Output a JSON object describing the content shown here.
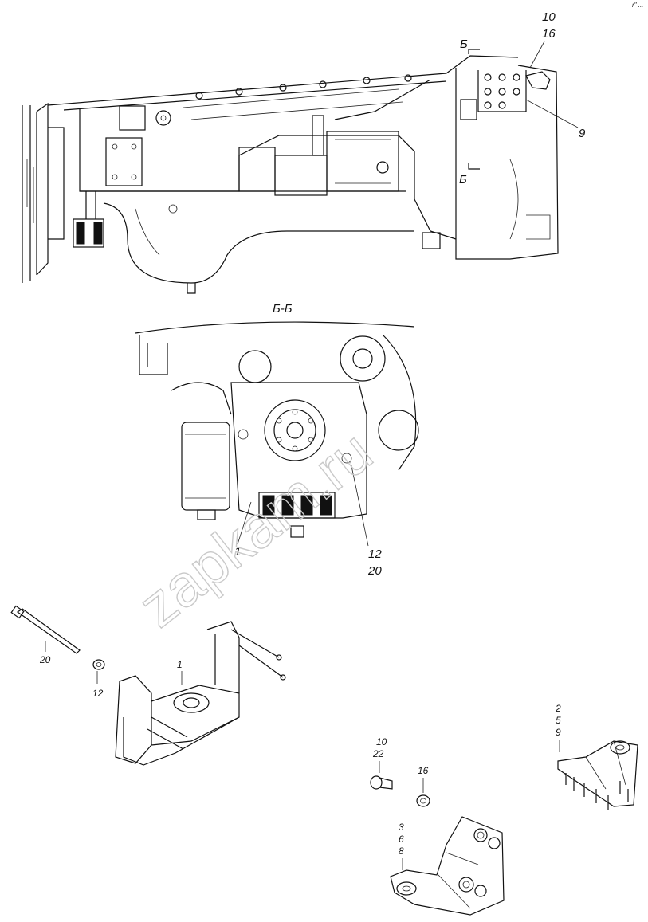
{
  "watermark": "zapkam.ru",
  "corner_mark": "r\" ...",
  "section": {
    "marker": "Б",
    "title": "Б-Б"
  },
  "callouts": {
    "top_10_16": [
      "10",
      "16"
    ],
    "top_9": "9",
    "bb_1": "1",
    "bb_12_20": [
      "12",
      "20"
    ],
    "bolt_20": "20",
    "nut_12": "12",
    "bracket_1": "1",
    "parts_10_22": [
      "10",
      "22"
    ],
    "washer_16": "16",
    "bracket_3_6_8": [
      "3",
      "6",
      "8"
    ],
    "bracket_2_5_9": [
      "2",
      "5",
      "9"
    ]
  }
}
